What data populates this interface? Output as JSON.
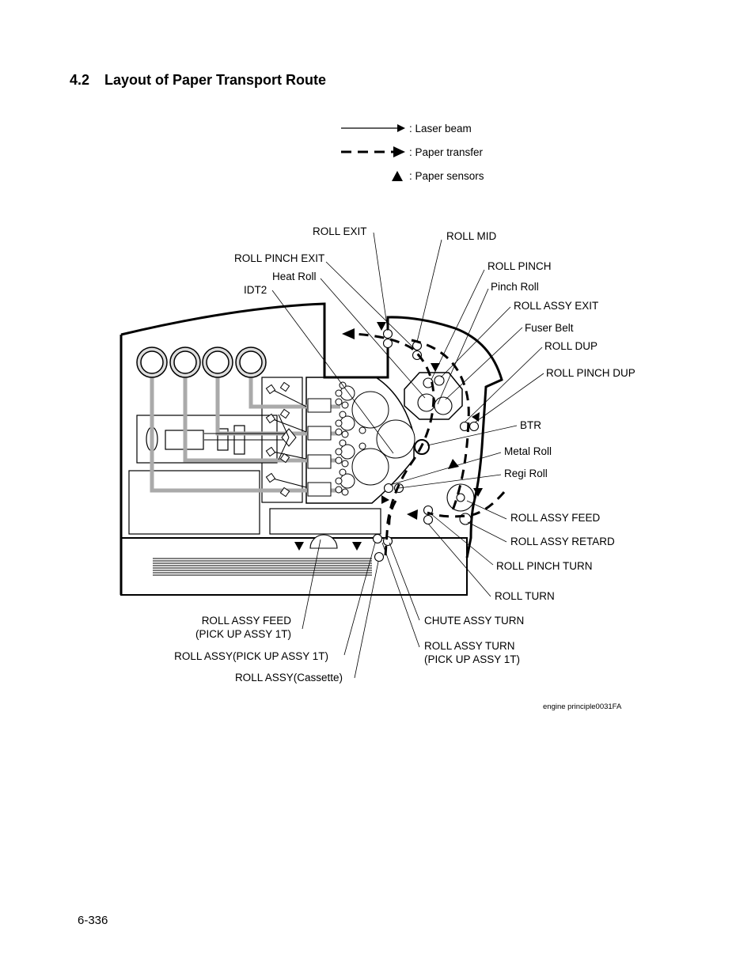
{
  "section": {
    "number": "4.2",
    "title": "Layout of Paper Transport Route"
  },
  "legend": {
    "laser_beam": ": Laser beam",
    "paper_transfer": ": Paper transfer",
    "paper_sensors": ": Paper sensors"
  },
  "labels": {
    "roll_exit": "ROLL EXIT",
    "roll_mid": "ROLL MID",
    "roll_pinch_exit": "ROLL PINCH EXIT",
    "roll_pinch": "ROLL PINCH",
    "heat_roll": "Heat Roll",
    "pinch_roll": "Pinch Roll",
    "idt2": "IDT2",
    "roll_assy_exit": "ROLL ASSY EXIT",
    "fuser_belt": "Fuser Belt",
    "roll_dup": "ROLL DUP",
    "roll_pinch_dup": "ROLL PINCH DUP",
    "btr": "BTR",
    "metal_roll": "Metal Roll",
    "regi_roll": "Regi Roll",
    "roll_assy_feed": "ROLL ASSY FEED",
    "roll_assy_retard": "ROLL ASSY RETARD",
    "roll_pinch_turn": "ROLL PINCH TURN",
    "roll_turn": "ROLL TURN",
    "chute_assy_turn": "CHUTE ASSY TURN",
    "roll_assy_turn_line1": "ROLL ASSY TURN",
    "roll_assy_turn_line2": "(PICK UP ASSY 1T)",
    "roll_assy_feed_pickup_line1": "ROLL ASSY FEED",
    "roll_assy_feed_pickup_line2": "(PICK UP ASSY 1T)",
    "roll_assy_pickup": "ROLL ASSY(PICK UP ASSY 1T)",
    "roll_assy_cassette": "ROLL ASSY(Cassette)"
  },
  "figure_id": "engine principle0031FA",
  "page_number": "6-336"
}
